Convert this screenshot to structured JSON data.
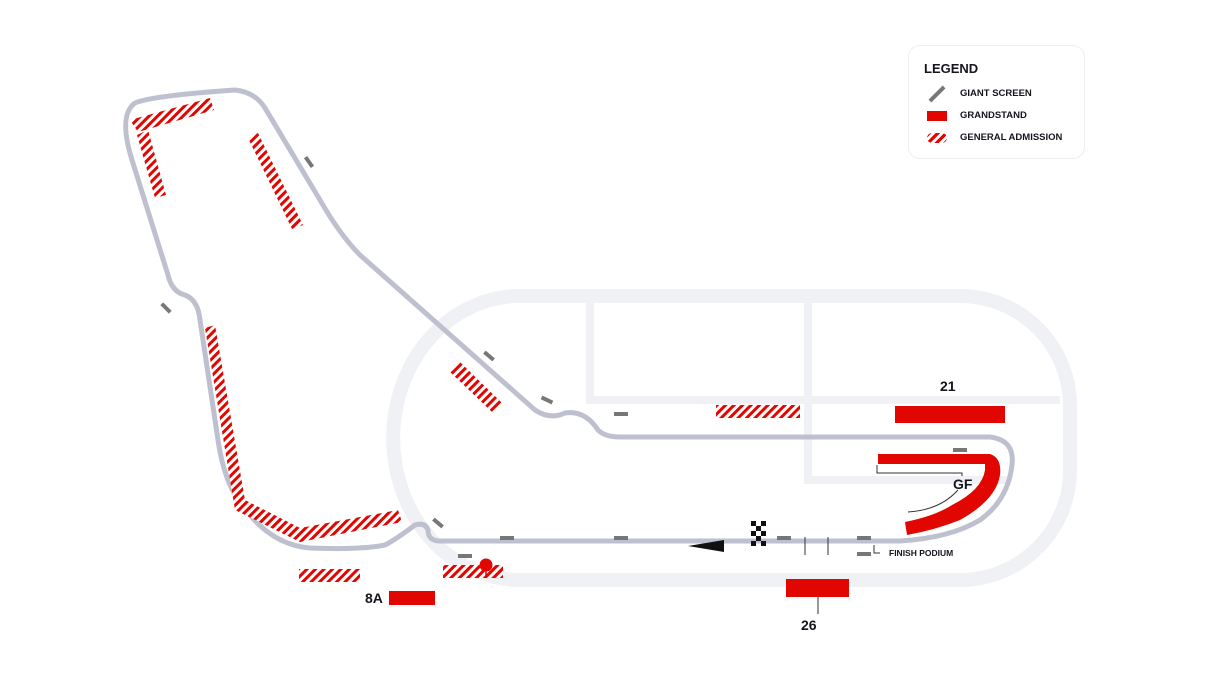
{
  "legend": {
    "title": "LEGEND",
    "items": [
      {
        "icon": "giant-screen-icon",
        "label": "GIANT SCREEN"
      },
      {
        "icon": "grandstand-icon",
        "label": "GRANDSTAND",
        "color": "#e10600"
      },
      {
        "icon": "general-admission-icon",
        "label": "GENERAL ADMISSION"
      }
    ]
  },
  "labels": {
    "gs21": "21",
    "gsGF": "GF",
    "gs26": "26",
    "gs8A": "8A",
    "finish_podium": "FINISH PODIUM"
  },
  "colors": {
    "track": "#bfc0cf",
    "grandstand": "#e10600",
    "text": "#15151e"
  }
}
